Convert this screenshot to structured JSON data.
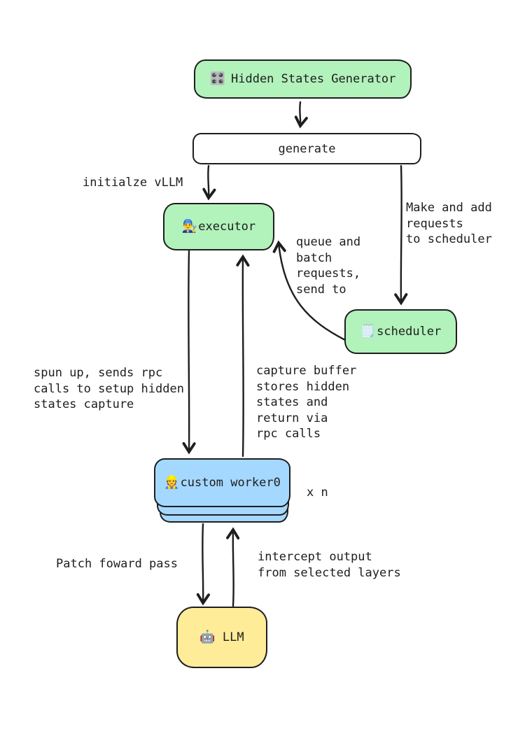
{
  "nodes": {
    "generator": {
      "icon": "🎛️",
      "label": "Hidden States Generator",
      "fill": "#b2f2bb"
    },
    "generate": {
      "label": "generate",
      "fill": "#ffffff"
    },
    "executor": {
      "icon": "👨‍🔧",
      "label": "executor",
      "fill": "#b2f2bb"
    },
    "scheduler": {
      "icon": "🗒️",
      "label": "scheduler",
      "fill": "#b2f2bb"
    },
    "worker": {
      "icon": "👷",
      "label": "custom worker0",
      "multiplier": "x n",
      "fill": "#a5d8ff"
    },
    "llm": {
      "icon": "🤖",
      "label": "LLM",
      "fill": "#ffec99"
    }
  },
  "annotations": {
    "initialize_vllm": "initialze vLLM",
    "make_add_requests": "Make and add\nrequests\nto scheduler",
    "queue_batch": "queue and\nbatch\nrequests,\nsend to",
    "spun_up_rpc": "spun up, sends rpc\ncalls to setup hidden\nstates capture",
    "capture_buffer": "capture buffer\nstores hidden\nstates and\nreturn via\nrpc calls",
    "patch_forward": "Patch foward pass",
    "intercept_output": "intercept output\nfrom selected layers"
  },
  "colors": {
    "stroke": "#1e1e1e",
    "green_fill": "#b2f2bb",
    "blue_fill": "#a5d8ff",
    "yellow_fill": "#ffec99",
    "white_fill": "#ffffff",
    "background": "#ffffff"
  }
}
